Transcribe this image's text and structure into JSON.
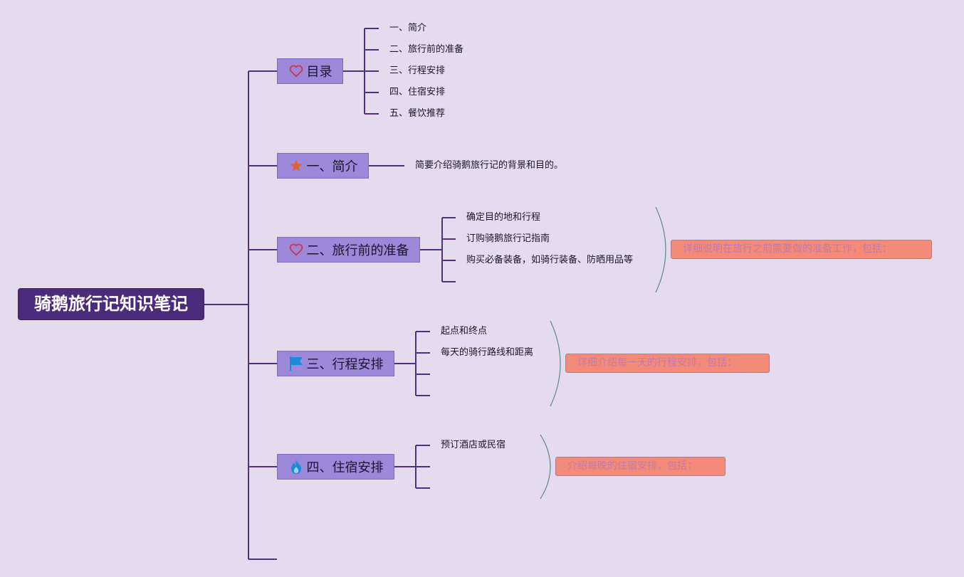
{
  "root": {
    "title": "骑鹅旅行记知识笔记"
  },
  "topics": {
    "toc": {
      "label": "目录",
      "icon": "heart-icon",
      "items": [
        "一、简介",
        "二、旅行前的准备",
        "三、行程安排",
        "四、住宿安排",
        "五、餐饮推荐"
      ]
    },
    "intro": {
      "label": "一、简介",
      "icon": "star-icon",
      "items": [
        "简要介绍骑鹅旅行记的背景和目的。"
      ]
    },
    "prep": {
      "label": "二、旅行前的准备",
      "icon": "heart-icon",
      "items": [
        "确定目的地和行程",
        "订购骑鹅旅行记指南",
        "购买必备装备，如骑行装备、防晒用品等"
      ],
      "note": "详细说明在旅行之前需要做的准备工作，包括："
    },
    "itinerary": {
      "label": "三、行程安排",
      "icon": "flag-icon",
      "items": [
        "起点和终点",
        "每天的骑行路线和距离"
      ],
      "note": "详细介绍每一天的行程安排，包括："
    },
    "lodging": {
      "label": "四、住宿安排",
      "icon": "flame-icon",
      "items": [
        "预订酒店或民宿"
      ],
      "note": "介绍每晚的住宿安排，包括："
    }
  },
  "colors": {
    "background": "#e4dbee",
    "root_fill": "#4d2b7c",
    "topic_fill": "#9b88d8",
    "connector": "#4e2f82",
    "note_fill": "#f48b78",
    "brace": "#5f8a8a"
  }
}
